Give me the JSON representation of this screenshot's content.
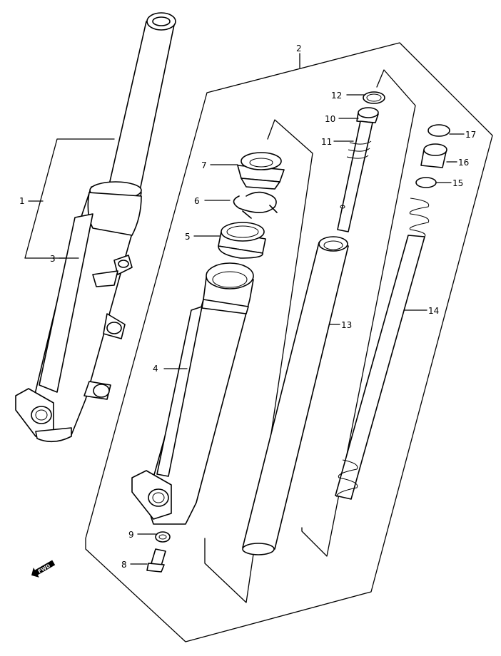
{
  "diagram": {
    "callouts": [
      {
        "id": "c1",
        "label": "1"
      },
      {
        "id": "c2",
        "label": "2"
      },
      {
        "id": "c3",
        "label": "3"
      },
      {
        "id": "c4",
        "label": "4"
      },
      {
        "id": "c5",
        "label": "5"
      },
      {
        "id": "c6",
        "label": "6"
      },
      {
        "id": "c7",
        "label": "7"
      },
      {
        "id": "c8",
        "label": "8"
      },
      {
        "id": "c9",
        "label": "9"
      },
      {
        "id": "c10",
        "label": "10"
      },
      {
        "id": "c11",
        "label": "11"
      },
      {
        "id": "c12",
        "label": "12"
      },
      {
        "id": "c13",
        "label": "13"
      },
      {
        "id": "c14",
        "label": "14"
      },
      {
        "id": "c15",
        "label": "15"
      },
      {
        "id": "c16",
        "label": "16"
      },
      {
        "id": "c17",
        "label": "17"
      }
    ],
    "direction_badge": "FWD"
  }
}
